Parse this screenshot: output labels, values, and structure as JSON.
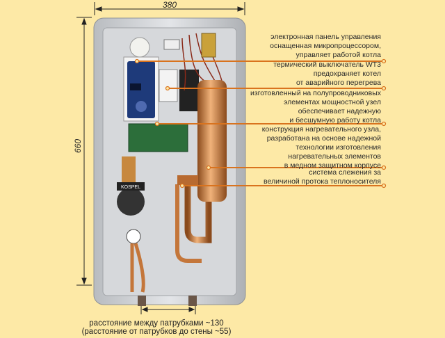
{
  "dimensions": {
    "width": "380",
    "height": "660"
  },
  "callouts": [
    {
      "lines": [
        "электронная панель управления",
        "оснащенная микропроцессором,",
        "управляет работой котла"
      ]
    },
    {
      "lines": [
        "термический выключатель WT3",
        "предохраняет котел",
        "от аварийного перегрева"
      ]
    },
    {
      "lines": [
        "изготовленный на полупроводниковых",
        "элементах мощностной узел",
        "обеспечивает надежную",
        "и бесшумную работу котла"
      ]
    },
    {
      "lines": [
        "конструкция нагревательного узла,",
        "разработана на основе надежной",
        "технологии изготовления",
        "нагревательных элементов",
        "в медном защитном корпусе"
      ]
    },
    {
      "lines": [
        "система слежения за",
        "величиной протока теплоносителя"
      ]
    }
  ],
  "pump_brand": "KOSPEL",
  "bottom_note": [
    "расстояние между патрубками ~130",
    "(расстояние от патрубков до стены ~55)"
  ],
  "colors": {
    "background": "#fde9a6",
    "callout_line": "#d9731e",
    "copper": "#c97a3a",
    "casing": "#c9ccd0"
  }
}
